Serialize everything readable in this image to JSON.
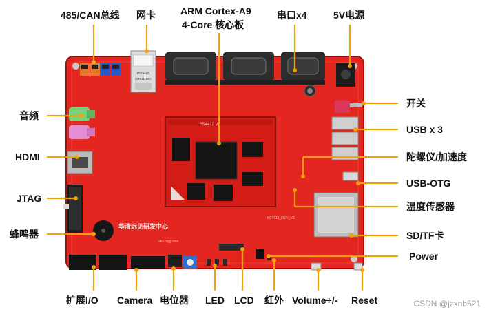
{
  "labels": {
    "rs485_can": "485/CAN总线",
    "ethernet": "网卡",
    "cpu_line1": "ARM Cortex-A9",
    "cpu_line2": "4-Core 核心板",
    "serial": "串口x4",
    "power_5v": "5V电源",
    "audio": "音频",
    "hdmi": "HDMI",
    "jtag": "JTAG",
    "buzzer": "蜂鸣器",
    "switch": "开关",
    "usb3": "USB x 3",
    "gyro": "陀螺仪/加速度",
    "usb_otg": "USB-OTG",
    "temp_sensor": "温度传感器",
    "sd_tf": "SD/TF卡",
    "power": "Power",
    "expansion_io": "扩展I/O",
    "camera": "Camera",
    "potentiometer": "电位器",
    "led": "LED",
    "lcd": "LCD",
    "infrared": "红外",
    "volume": "Volume+/-",
    "reset": "Reset"
  },
  "board_text": {
    "chip_label": "FS4412 V2",
    "silk_text": "华清远见研发中心",
    "silk_url": "dev.hqyj.com",
    "silk_model": "FS4412_DEV_V3",
    "rj45_text1": "HanRun",
    "rj45_text2": "HR911105A"
  },
  "watermark": "CSDN @jzxnb521",
  "colors": {
    "board": "#e3261f",
    "board_dark": "#b8160f",
    "callout": "#f2a10c",
    "chip": "#151515",
    "connector": "#2a2a2a"
  }
}
